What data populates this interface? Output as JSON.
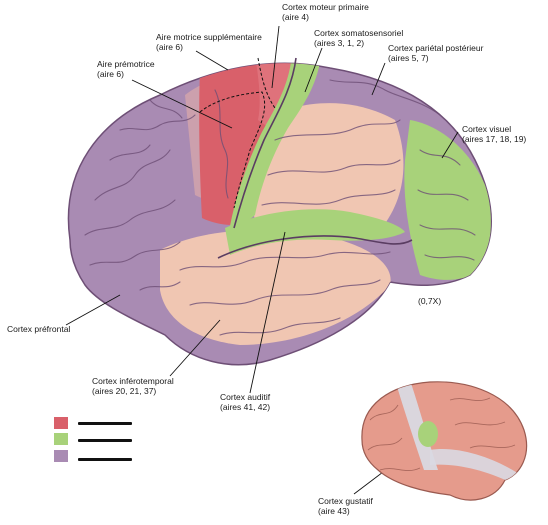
{
  "labels": {
    "primary_motor": {
      "title": "Cortex moteur primaire",
      "detail": "(aire 4)"
    },
    "supplementary_motor": {
      "title": "Aire motrice supplémentaire",
      "detail": "(aire 6)"
    },
    "somatosensory": {
      "title": "Cortex somatosensoriel",
      "detail": "(aires 3, 1, 2)"
    },
    "posterior_parietal": {
      "title": "Cortex pariétal postérieur",
      "detail": "(aires 5, 7)"
    },
    "premotor": {
      "title": "Aire prémotrice",
      "detail": "(aire 6)"
    },
    "visual": {
      "title": "Cortex visuel",
      "detail": "(aires 17, 18, 19)"
    },
    "prefrontal": {
      "title": "Cortex préfrontal"
    },
    "magnification": {
      "title": "(0,7X)"
    },
    "inferotemporal": {
      "title": "Cortex inférotemporal",
      "detail": "(aires 20, 21, 37)"
    },
    "auditory": {
      "title": "Cortex auditif",
      "detail": "(aires 41, 42)"
    },
    "gustatory": {
      "title": "Cortex gustatif",
      "detail": "(aire 43)"
    }
  },
  "legend": [
    {
      "color": "#d9606a"
    },
    {
      "color": "#a8d27a"
    },
    {
      "color": "#a98bb3"
    }
  ],
  "colors": {
    "motor": "#d9606a",
    "primary_sensory": "#a8d27a",
    "association": "#a98bb3",
    "lobe_flesh": "#f0c6b2",
    "outline": "#6e4f76"
  }
}
